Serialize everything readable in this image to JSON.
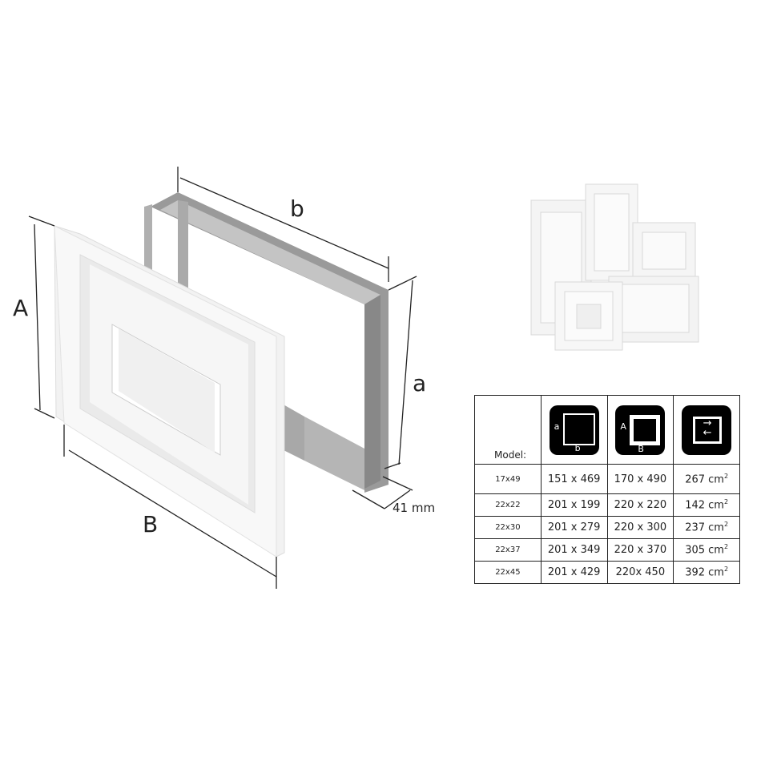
{
  "dimension_labels": {
    "outer_height": "A",
    "outer_width": "B",
    "inner_height": "a",
    "inner_width": "b",
    "depth": "41 mm"
  },
  "table": {
    "header": {
      "model_label": "Model:",
      "col1_icon": "inner-dimensions-icon",
      "col1_letters": [
        "a",
        "b"
      ],
      "col2_icon": "outer-dimensions-icon",
      "col2_letters": [
        "A",
        "B"
      ],
      "col3_icon": "airflow-area-icon"
    },
    "rows": [
      {
        "model": "17x49",
        "inner": "151 x 469",
        "outer": "170 x 490",
        "area": "267 cm",
        "unit_sup": "2"
      },
      {
        "model": "22x22",
        "inner": "201 x 199",
        "outer": "220 x 220",
        "area": "142 cm",
        "unit_sup": "2"
      },
      {
        "model": "22x30",
        "inner": "201 x 279",
        "outer": "220 x 300",
        "area": "237 cm",
        "unit_sup": "2"
      },
      {
        "model": "22x37",
        "inner": "201 x 349",
        "outer": "220 x 370",
        "area": "305 cm",
        "unit_sup": "2"
      },
      {
        "model": "22x45",
        "inner": "201 x 429",
        "outer": "220x 450",
        "area": "392 cm",
        "unit_sup": "2"
      }
    ]
  }
}
